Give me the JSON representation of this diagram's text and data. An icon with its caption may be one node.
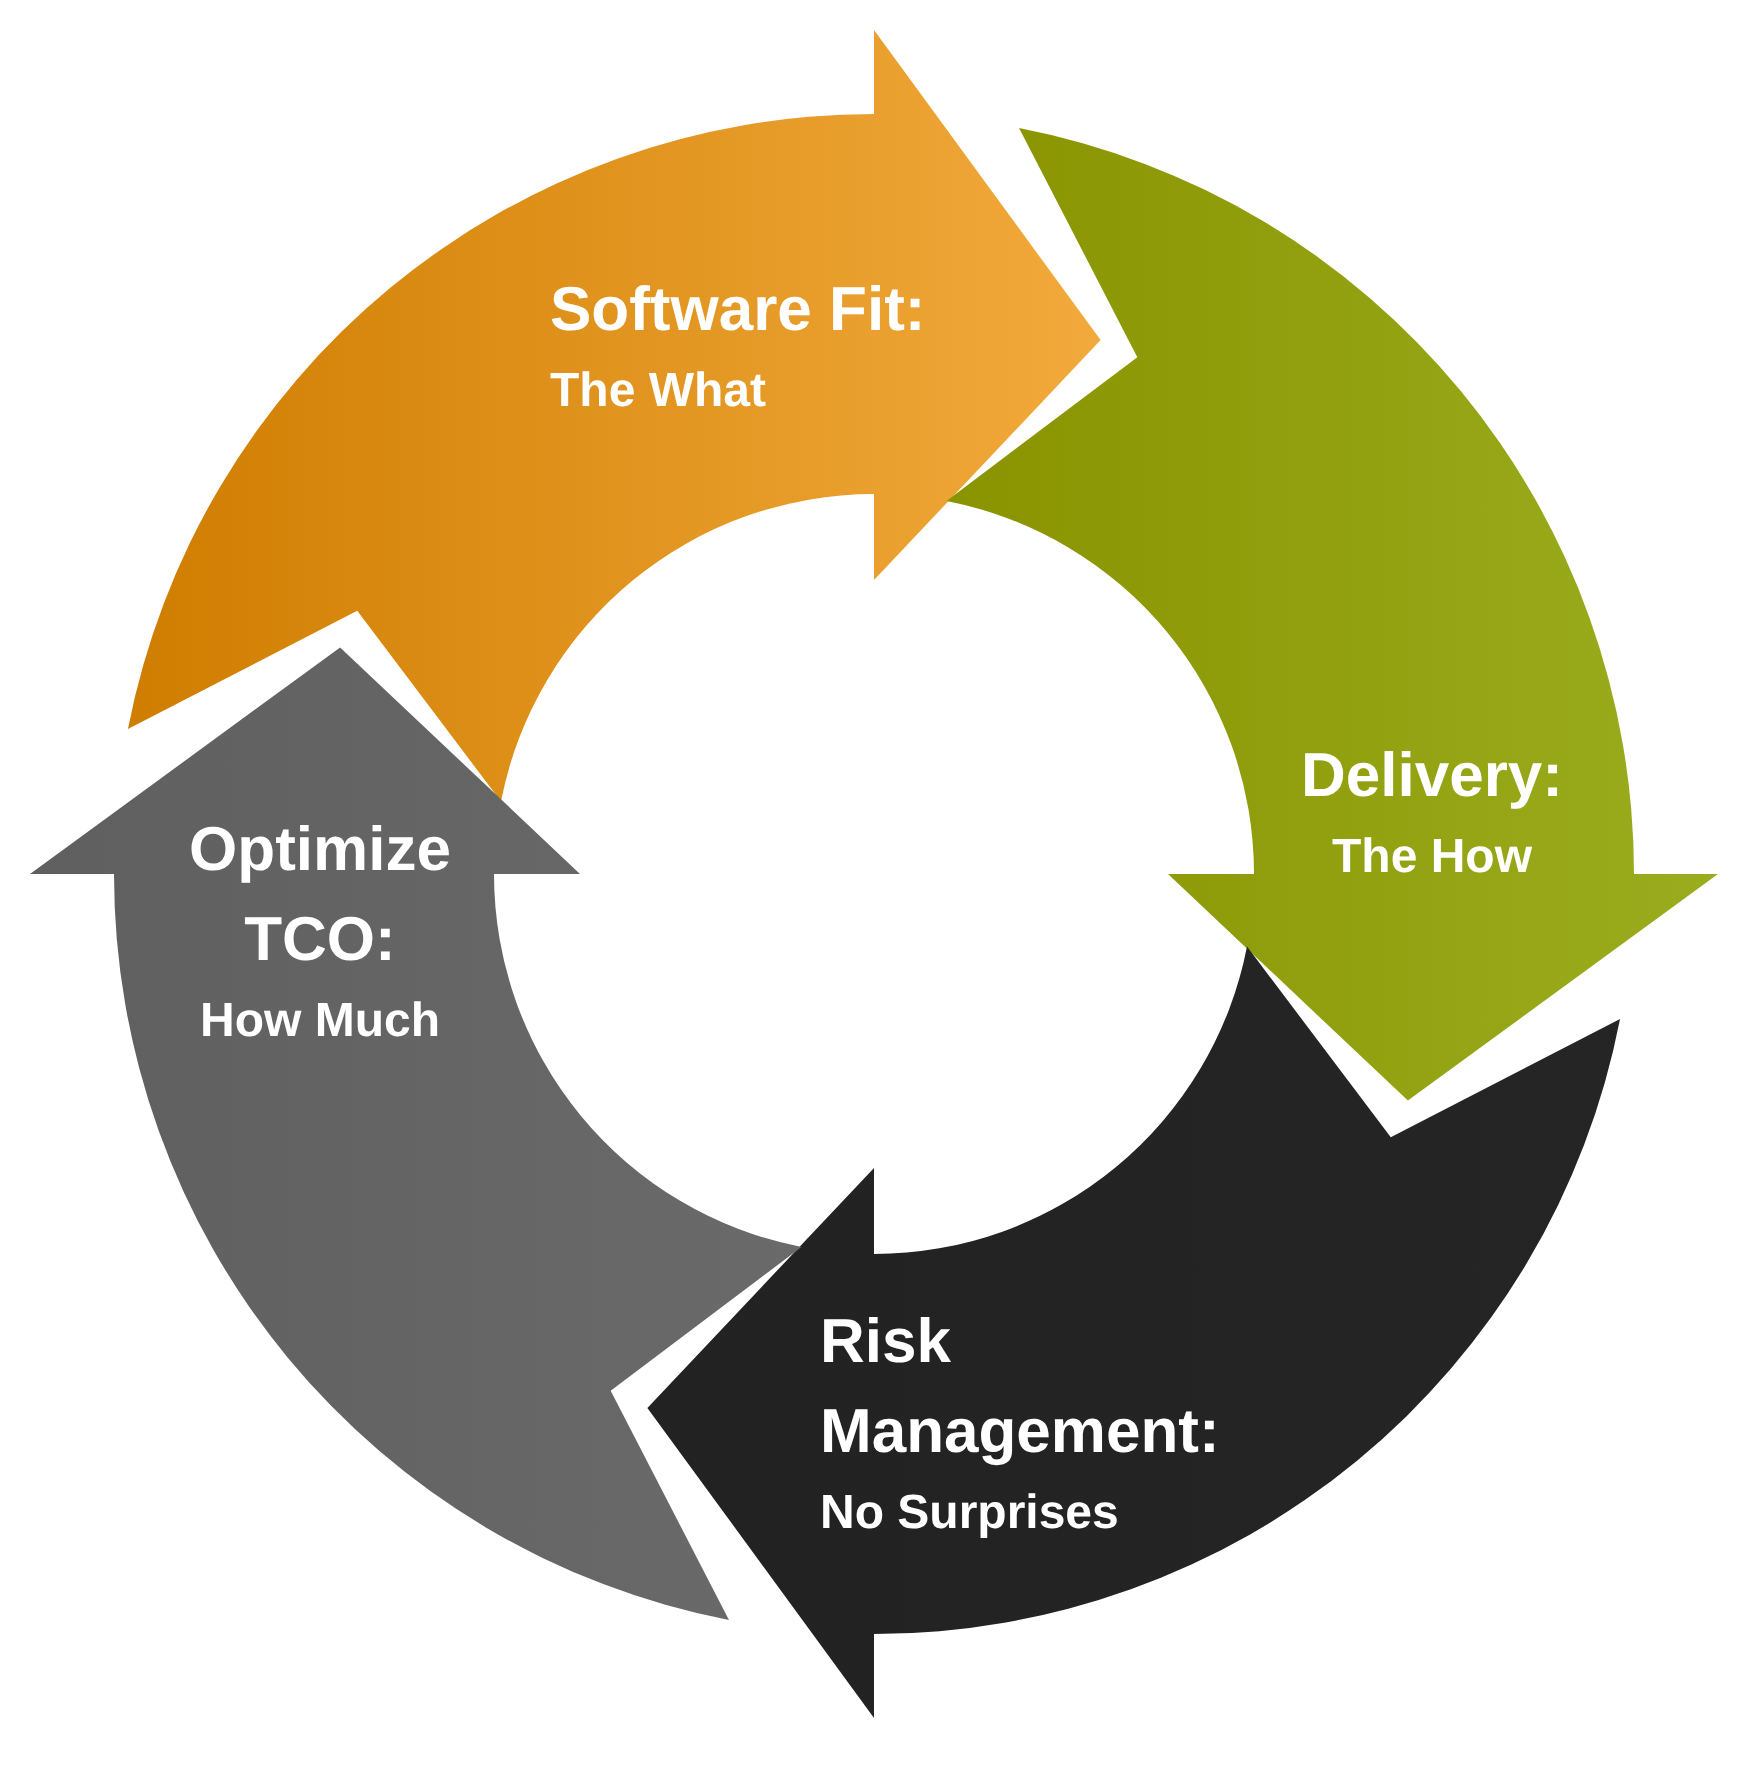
{
  "diagram": {
    "nodes": [
      {
        "text": [
          "Software Fit:",
          "The What"
        ]
      },
      {
        "text": [
          "Delivery:",
          "The How"
        ]
      },
      {
        "text": [
          "Risk Management:",
          "No Surprises"
        ]
      },
      {
        "text": [
          "Optimize TCO:",
          "How Much"
        ]
      }
    ]
  }
}
